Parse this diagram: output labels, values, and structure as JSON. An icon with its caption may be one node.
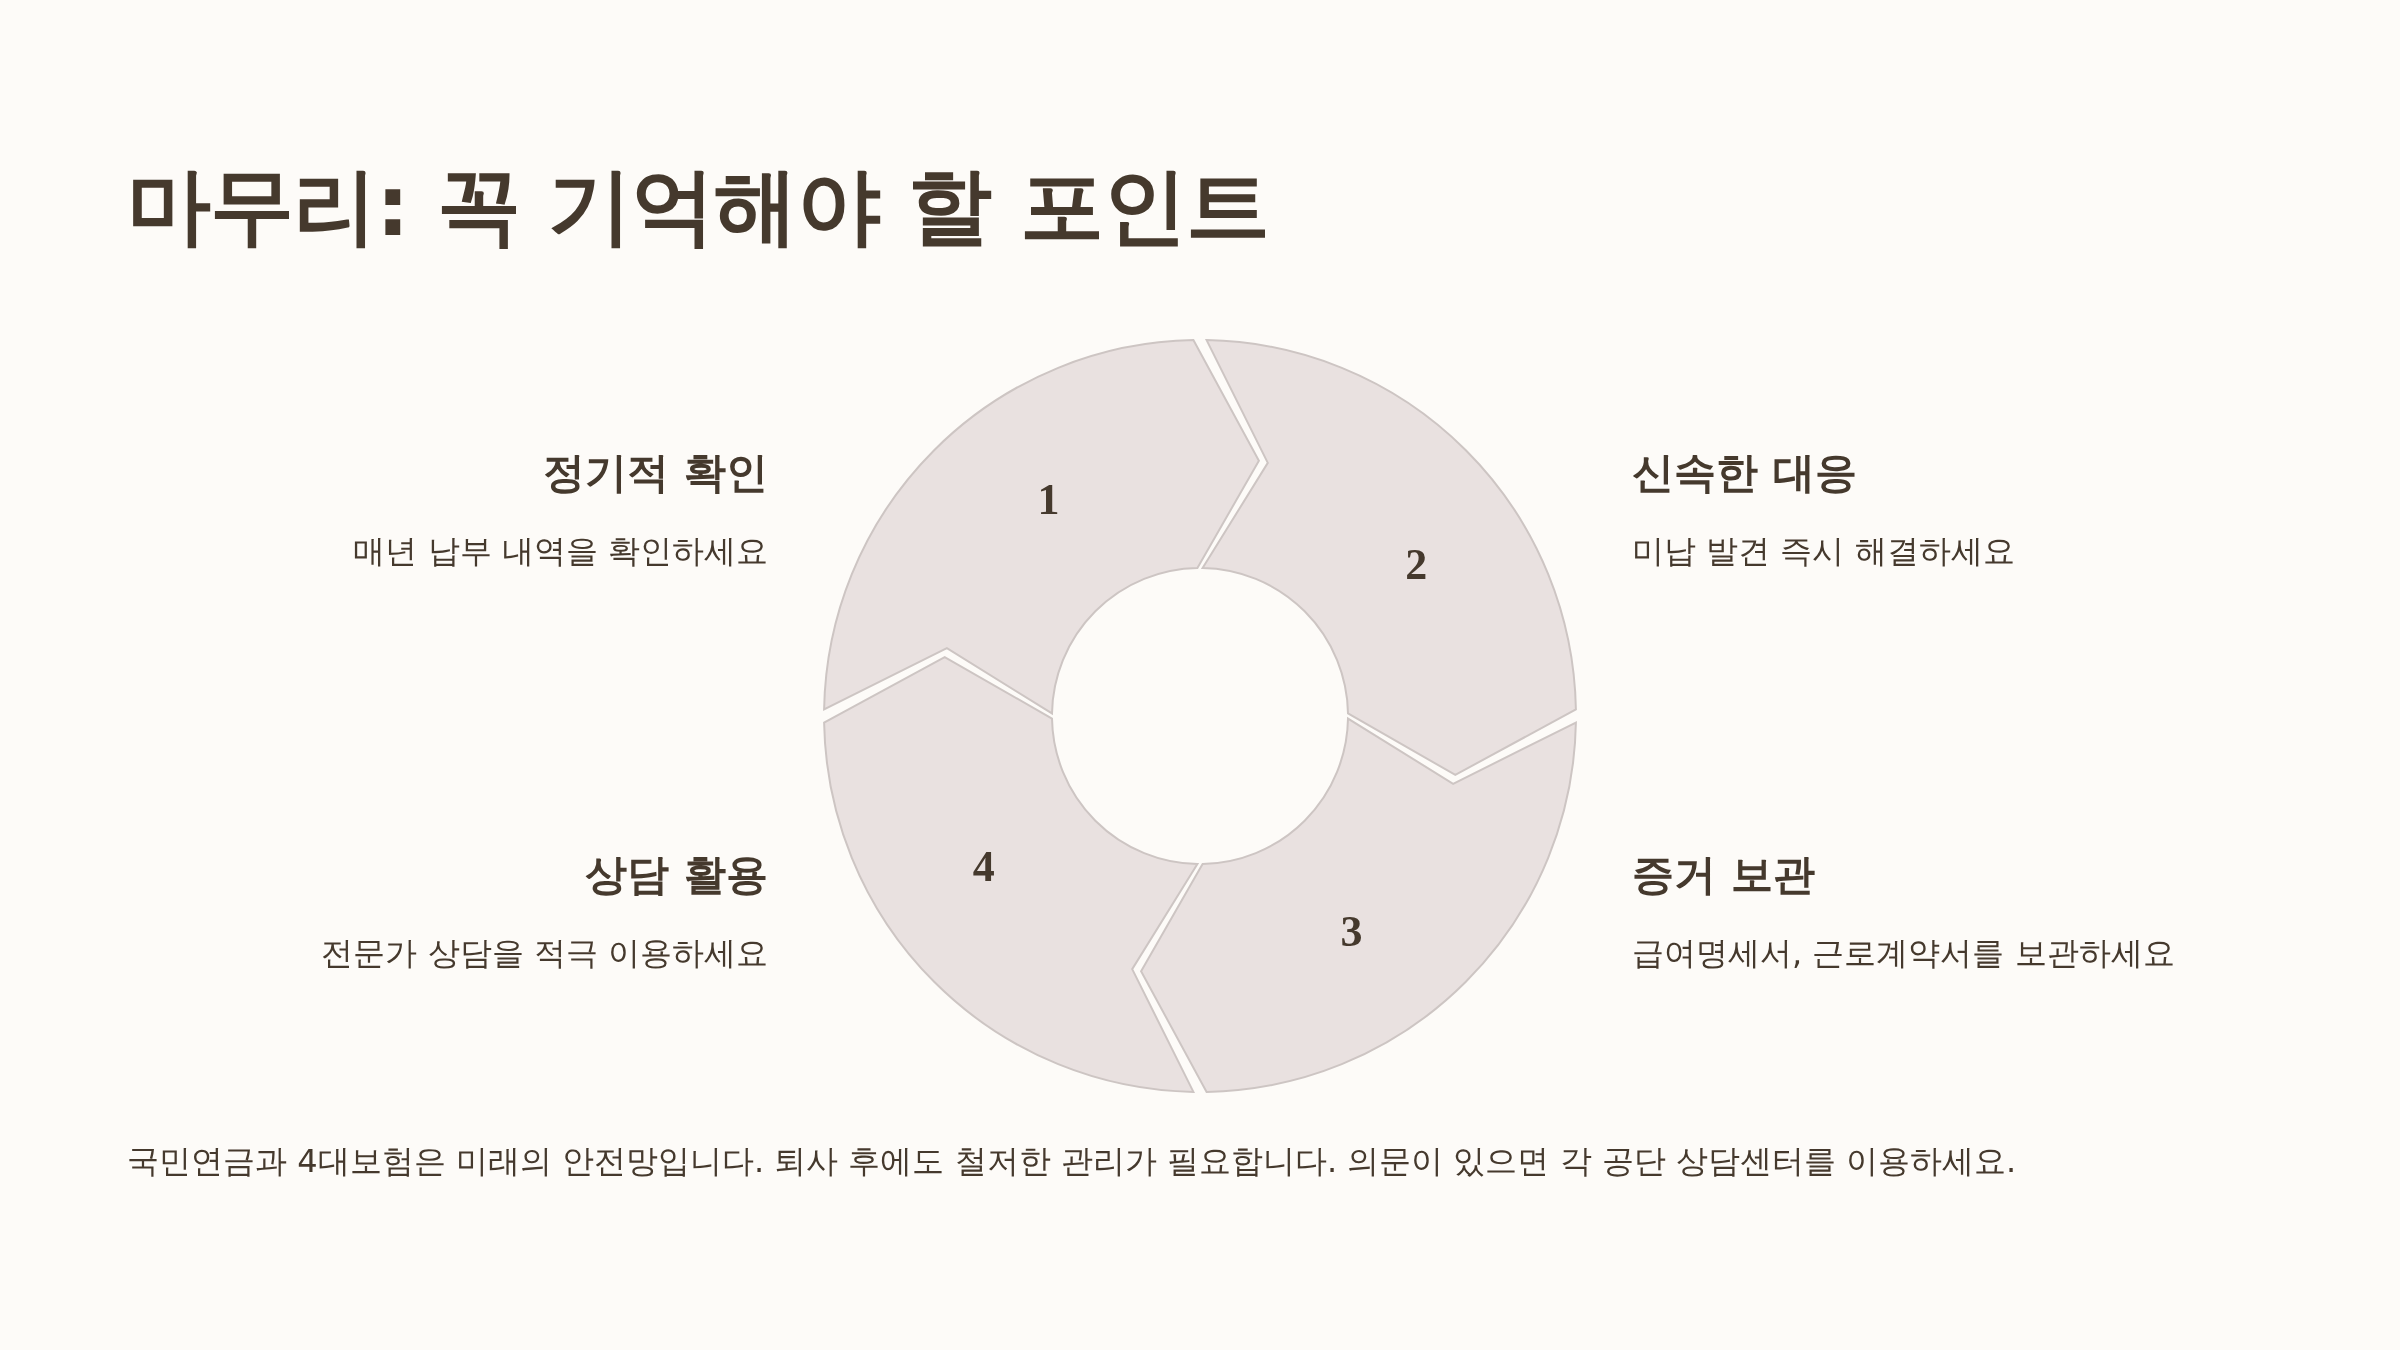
{
  "diagram": {
    "title": "마무리: 꼭 기억해야 할 포인트",
    "nodes": [
      {
        "text": [
          "1"
        ],
        "beside": [
          "정기적 확인",
          "매년 납부 내역을 확인하세요"
        ]
      },
      {
        "text": [
          "2"
        ],
        "beside": [
          "신속한 대응",
          "미납 발견 즉시 해결하세요"
        ]
      },
      {
        "text": [
          "3"
        ],
        "beside": [
          "증거 보관",
          "급여명세서, 근로계약서를 보관하세요"
        ]
      },
      {
        "text": [
          "4"
        ],
        "beside": [
          "상담 활용",
          "전문가 상담을 적극 이용하세요"
        ]
      }
    ],
    "caption": "국민연금과 4대보험은 미래의 안전망입니다. 퇴사 후에도 철저한 관리가 필요합니다. 의문이 있으면 각 공단 상담센터를 이용하세요."
  }
}
